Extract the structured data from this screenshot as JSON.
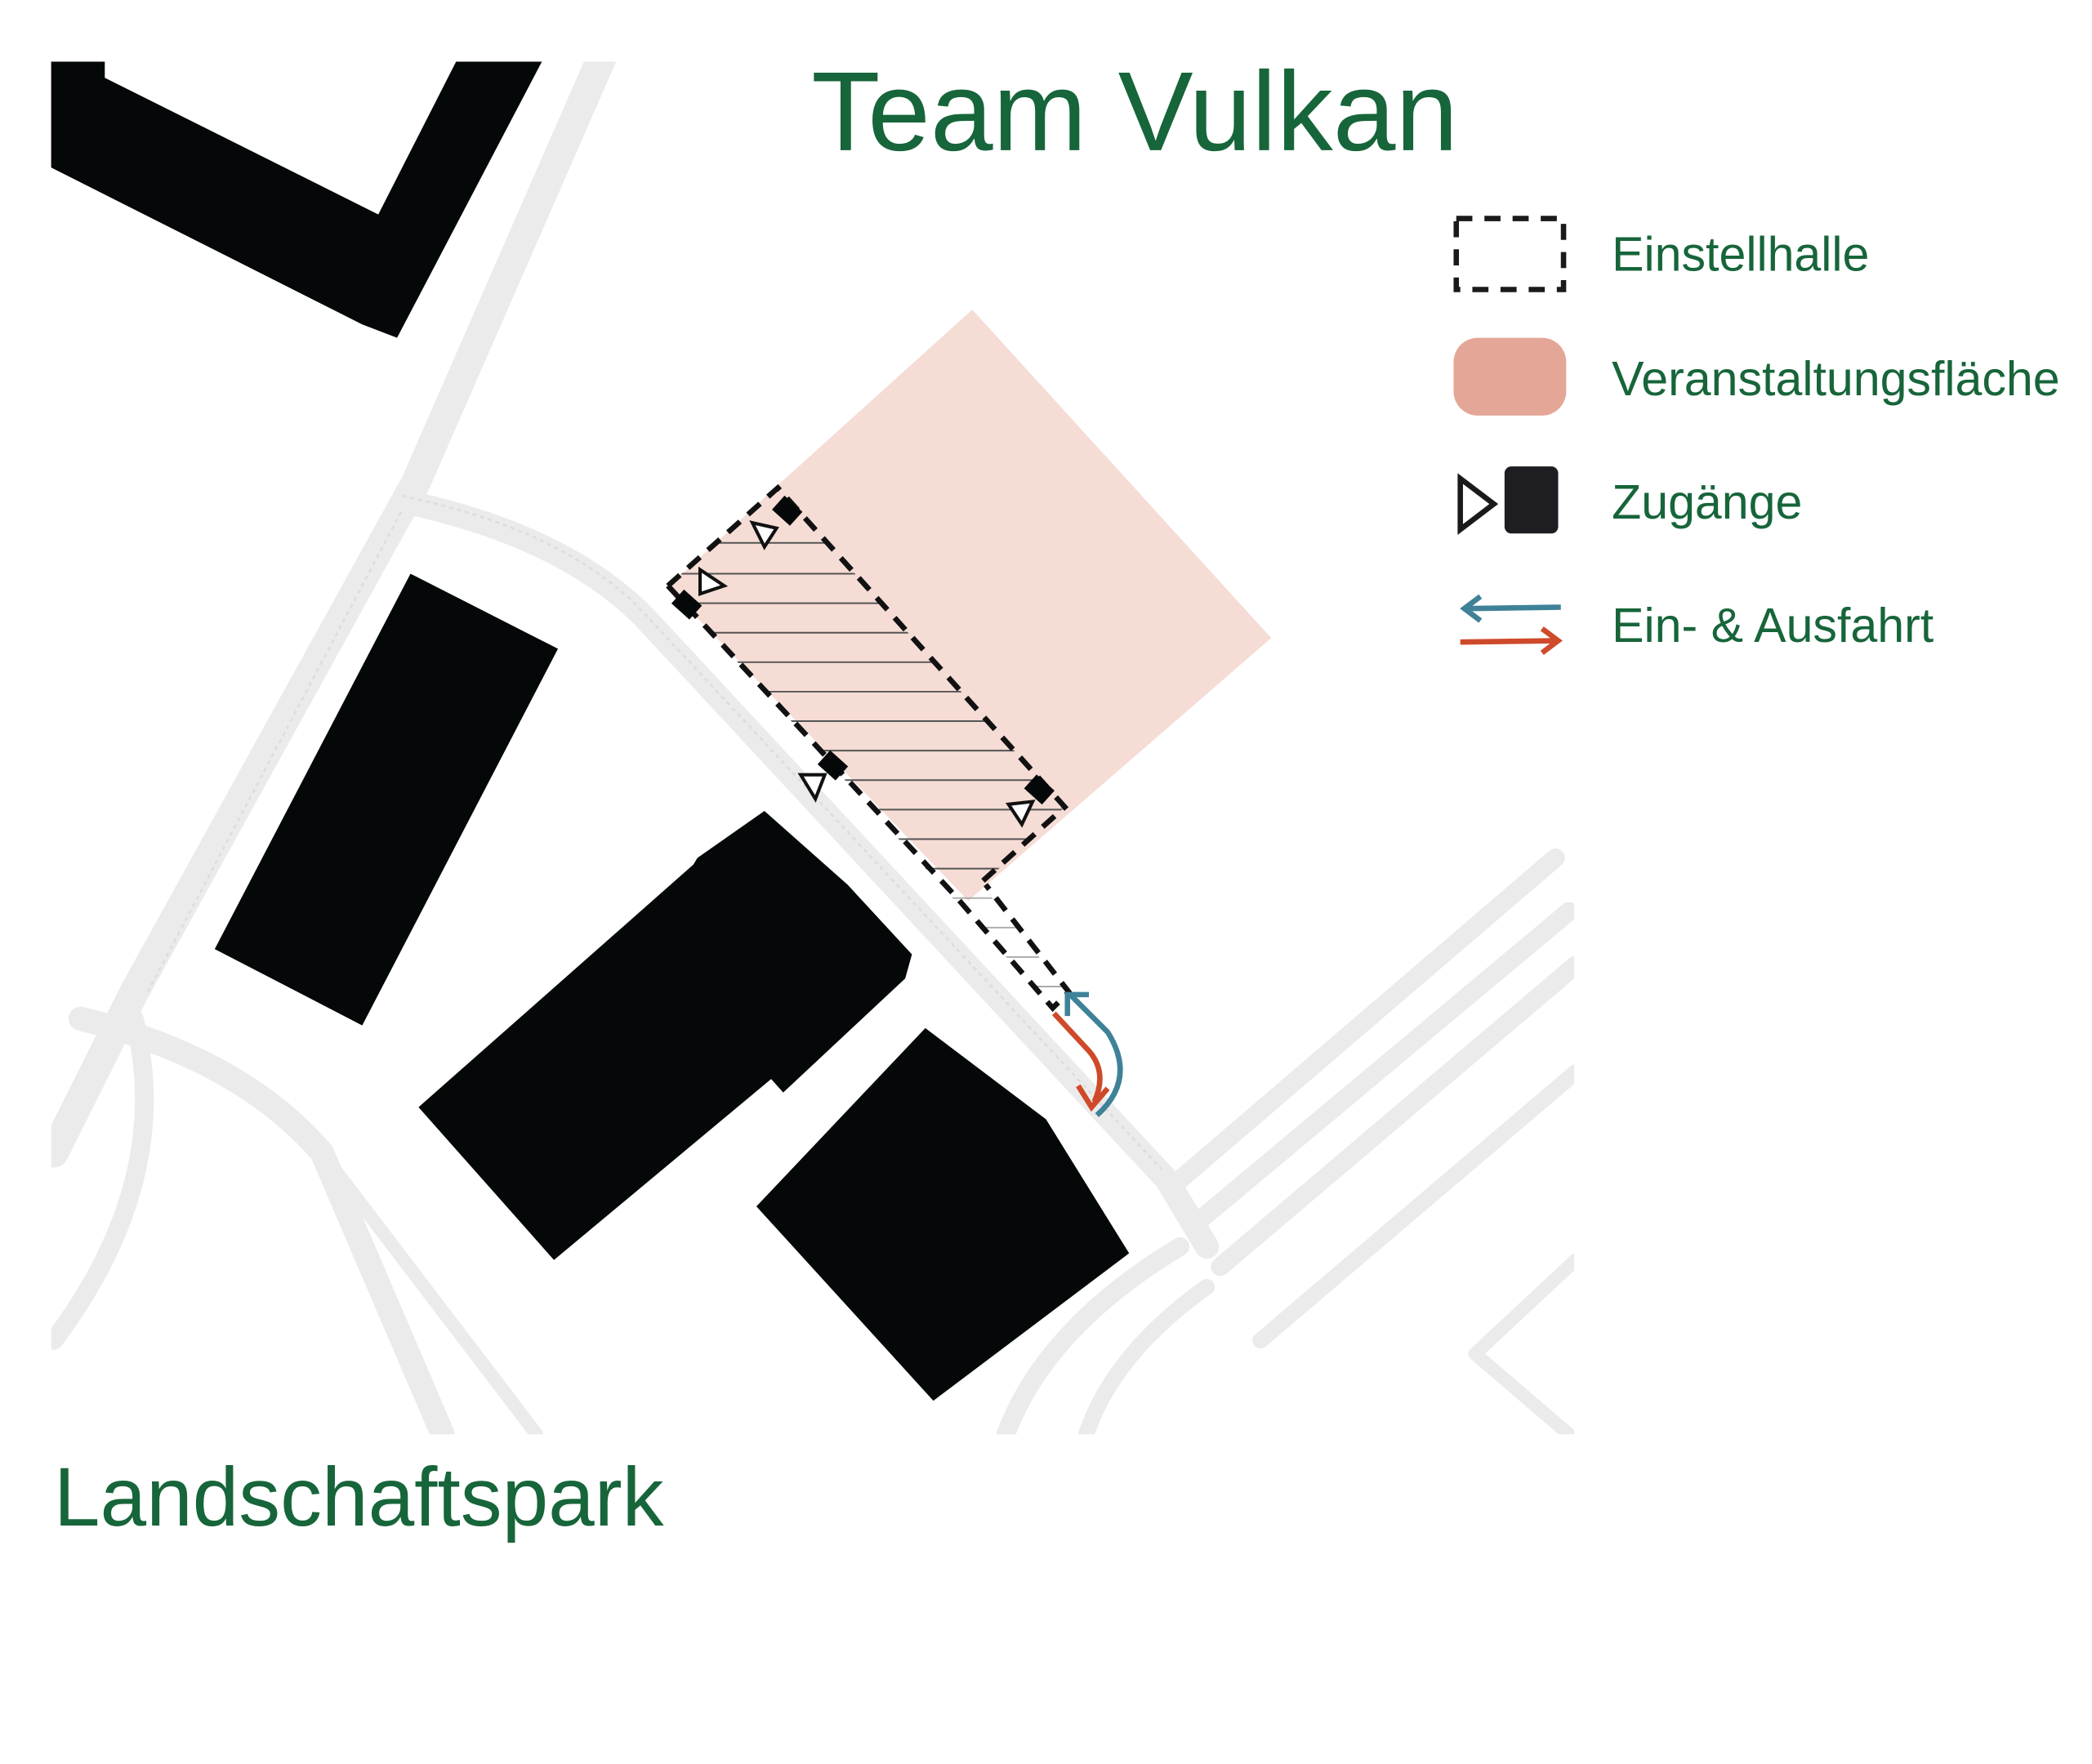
{
  "title": "Team Vulkan",
  "footer_label": "Landschaftspark",
  "legend": [
    {
      "icon": "dashed-rectangle-icon",
      "label": "Einstellhalle"
    },
    {
      "icon": "pink-area-icon",
      "label": "Veranstaltungsfläche"
    },
    {
      "icon": "access-triangle-square-icon",
      "label": "Zugänge"
    },
    {
      "icon": "in-out-arrows-icon",
      "label": "Ein- & Ausfahrt"
    }
  ],
  "colors": {
    "text_green": "#17653a",
    "event_area": "#f5dcd5",
    "legend_event_area": "#e4a797",
    "building": "#050808",
    "road": "#ebebeb",
    "arrow_in": "#3f8298",
    "arrow_out": "#cf4a2a"
  }
}
